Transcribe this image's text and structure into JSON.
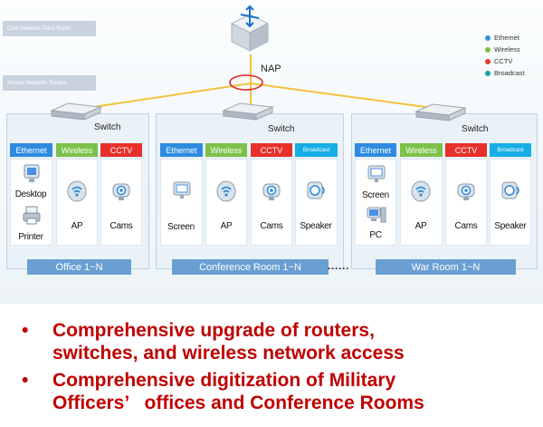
{
  "tags": {
    "core": "Core Network-Telco Room",
    "access": "Access Network- Rooms"
  },
  "nap_label": "NAP",
  "legend": [
    {
      "label": "Ethemet",
      "color": "#2f8fdf"
    },
    {
      "label": "Wireless",
      "color": "#7cc24a"
    },
    {
      "label": "CCTV",
      "color": "#e53a2e"
    },
    {
      "label": "Broadcast",
      "color": "#13a6a6"
    }
  ],
  "switch_label": "Switch",
  "categories": {
    "ethernet": {
      "label": "Ethernet",
      "color": "#2e8be0"
    },
    "wireless": {
      "label": "Wireless",
      "color": "#7cc24a"
    },
    "cctv": {
      "label": "CCTV",
      "color": "#e8302a"
    },
    "broadcast": {
      "label": "Broadcast",
      "color": "#17aee6"
    }
  },
  "rooms": [
    {
      "title": "Office 1~N",
      "devices": {
        "ethernet": [
          "Desktop",
          "Printer"
        ],
        "wireless": "AP",
        "cctv": "Cams"
      }
    },
    {
      "title": "Conference Room 1~N",
      "devices": {
        "ethernet": [
          "Screen"
        ],
        "wireless": "AP",
        "cctv": "Cams",
        "broadcast": "Speaker"
      }
    },
    {
      "title": "War Room 1~N",
      "devices": {
        "ethernet": [
          "Screen",
          "PC"
        ],
        "wireless": "AP",
        "cctv": "Cams",
        "broadcast": "Speaker"
      }
    }
  ],
  "ellipsis": "......",
  "bullets": [
    {
      "marker": "•",
      "line1": "Comprehensive upgrade of routers,",
      "line2": "switches, and wireless network access"
    },
    {
      "marker": "•",
      "line1": "Comprehensive digitization of Military",
      "line2": "Officers’   offices and Conference Rooms"
    }
  ]
}
